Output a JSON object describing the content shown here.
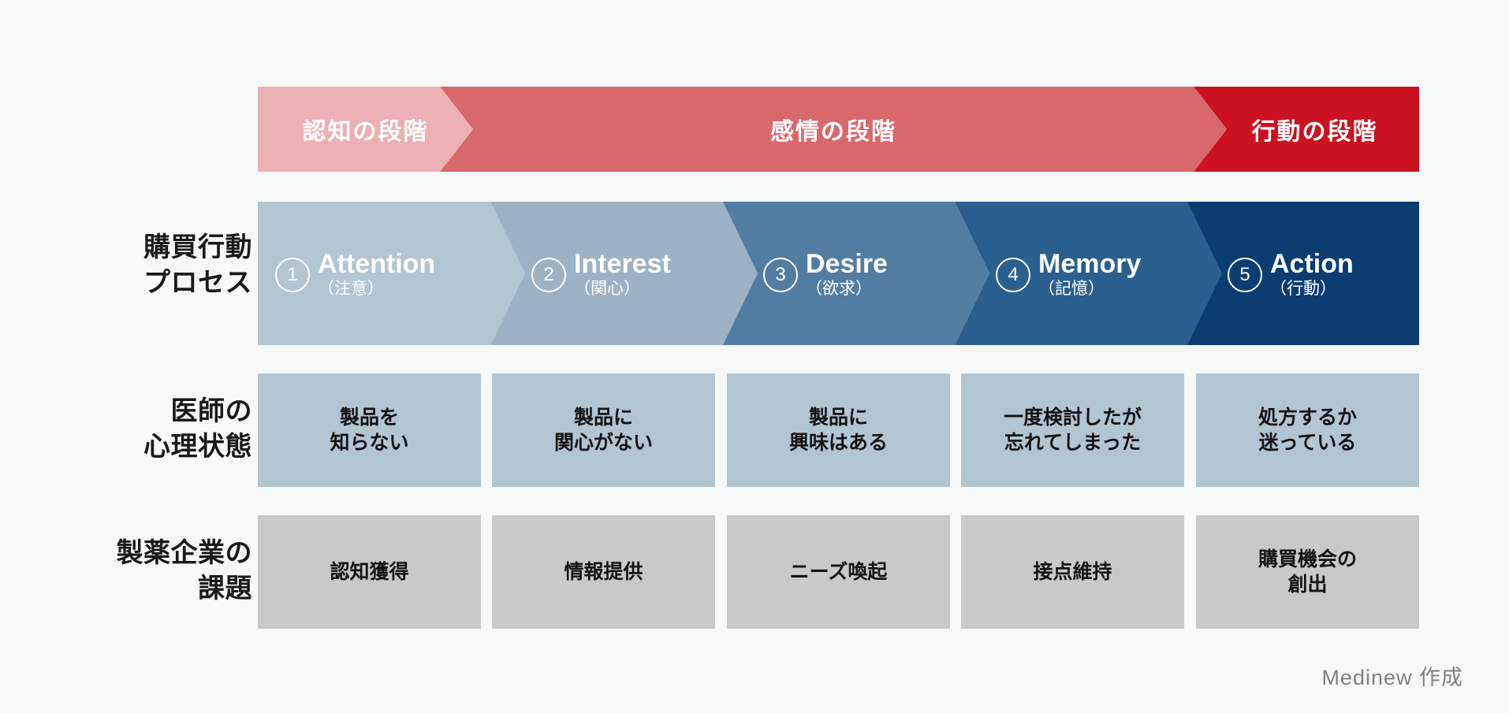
{
  "diagram": {
    "title_credit": "Medinew 作成",
    "background": "#f7f8f8",
    "stage_band": {
      "segments": [
        {
          "label": "認知の段階",
          "color": "#edb0b3",
          "width_pct": 15.7
        },
        {
          "label": "感情の段階",
          "color": "#d9686d",
          "width_pct": 64.9
        },
        {
          "label": "行動の段階",
          "color": "#cc1221",
          "width_pct": 19.4
        }
      ]
    },
    "rows": [
      {
        "label": "購買行動\nプロセス",
        "name": "purchase-process",
        "label_font_size": 34,
        "type": "arrows",
        "cells": [
          {
            "number": "①",
            "en": "Attention",
            "jp": "（注意）",
            "color": "#b2c5d3"
          },
          {
            "number": "②",
            "en": "Interest",
            "jp": "（関心）",
            "color": "#9db2c4"
          },
          {
            "number": "③",
            "en": "Desire",
            "jp": "（欲求）",
            "color": "#527da3"
          },
          {
            "number": "④",
            "en": "Memory",
            "jp": "（記憶）",
            "color": "#2b5f8e"
          },
          {
            "number": "⑤",
            "en": "Action",
            "jp": "（行動）",
            "color": "#0b3d71"
          }
        ]
      },
      {
        "label": "医師の\n心理状態",
        "name": "doctor-mindset",
        "label_font_size": 34,
        "type": "boxes",
        "box_color": "#b2c5d3",
        "cells": [
          {
            "text": "製品を\n知らない"
          },
          {
            "text": "製品に\n関心がない"
          },
          {
            "text": "製品に\n興味はある"
          },
          {
            "text": "一度検討したが\n忘れてしまった"
          },
          {
            "text": "処方するか\n迷っている"
          }
        ]
      },
      {
        "label": "製薬企業の\n課題",
        "name": "pharma-challenge",
        "label_font_size": 34,
        "type": "boxes",
        "box_color": "#c9c9c9",
        "cells": [
          {
            "text": "認知獲得"
          },
          {
            "text": "情報提供"
          },
          {
            "text": "ニーズ喚起"
          },
          {
            "text": "接点維持"
          },
          {
            "text": "購買機会の\n創出"
          }
        ]
      }
    ]
  }
}
